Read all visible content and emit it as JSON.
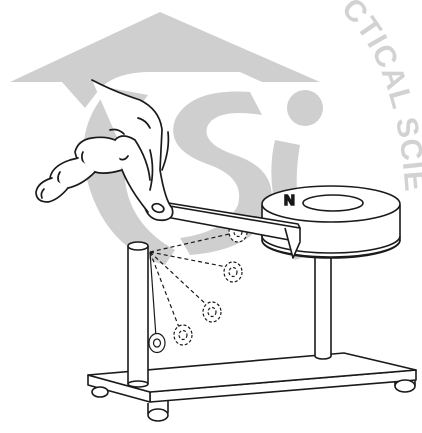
{
  "diagram": {
    "watermark": {
      "logo_name": "tsi-logo-watermark",
      "arc_text": "CTICAL SCIEN",
      "color": "#cfcfcf"
    },
    "magnet": {
      "pole_label": "N"
    },
    "colors": {
      "stroke": "#1a1a1a",
      "fill": "#ffffff",
      "watermark": "#cfcfcf"
    }
  }
}
